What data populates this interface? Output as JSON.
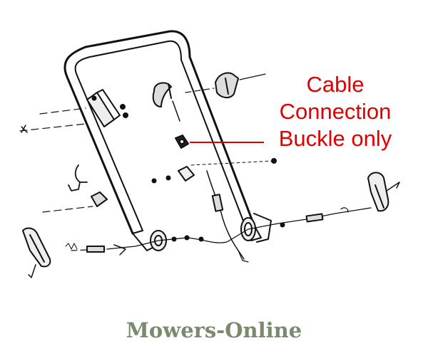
{
  "callout": {
    "line1": "Cable",
    "line2": "Connection",
    "line3": "Buckle only",
    "color": "#e00000"
  },
  "watermark": {
    "text": "Mowers-Online",
    "color": "#7a8a6e"
  },
  "icons": [
    "lawn-mower-handle-icon",
    "cable-buckle-icon"
  ]
}
